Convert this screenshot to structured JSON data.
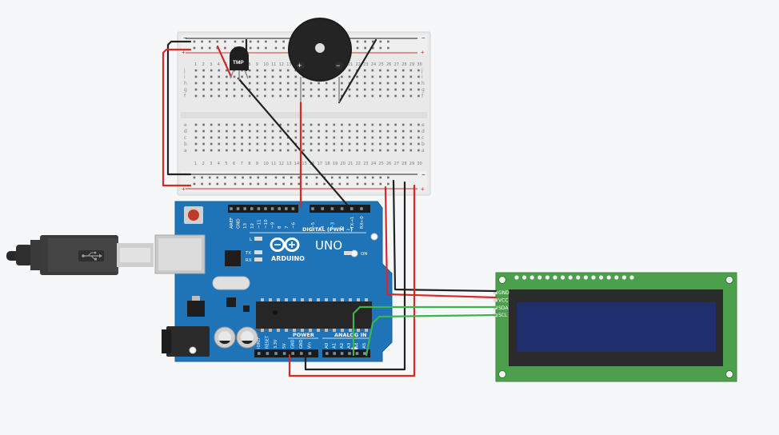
{
  "breadboard": {
    "rail_minus": "−",
    "rail_plus": "+",
    "row_letters_top": [
      "j",
      "i",
      "h",
      "g",
      "f"
    ],
    "row_letters_bottom": [
      "e",
      "d",
      "c",
      "b",
      "a"
    ],
    "column_count": 30
  },
  "sensor": {
    "label": "TMP"
  },
  "buzzer": {
    "plus": "+",
    "minus": "−"
  },
  "arduino": {
    "brand": "ARDUINO",
    "model": "UNO",
    "digital_label": "DIGITAL (PWM ~)",
    "power_label": "POWER",
    "analog_label": "ANALOG IN",
    "on_label": "ON",
    "led_l": "L",
    "led_tx": "TX",
    "led_rx": "RX",
    "digital_pins": [
      "AREF",
      "GND",
      "13",
      "12",
      "~11",
      "~10",
      "~9",
      "8",
      "7",
      "~6",
      "~5",
      "4",
      "~3",
      "2",
      "TX→1",
      "RX←0"
    ],
    "power_pins": [
      "IOREF",
      "RESET",
      "3.3V",
      "5V",
      "GND",
      "GND",
      "Vin"
    ],
    "analog_pins": [
      "A0",
      "A1",
      "A2",
      "A3",
      "A4",
      "A5"
    ]
  },
  "lcd": {
    "pins": [
      "GND",
      "VCC",
      "SDA",
      "SCL"
    ],
    "pcb_color": "#4ca04c",
    "screen_color": "#1f2f6e"
  },
  "wire_colors": {
    "red": "#d42a2a",
    "black": "#222222",
    "green": "#3cb54a"
  }
}
